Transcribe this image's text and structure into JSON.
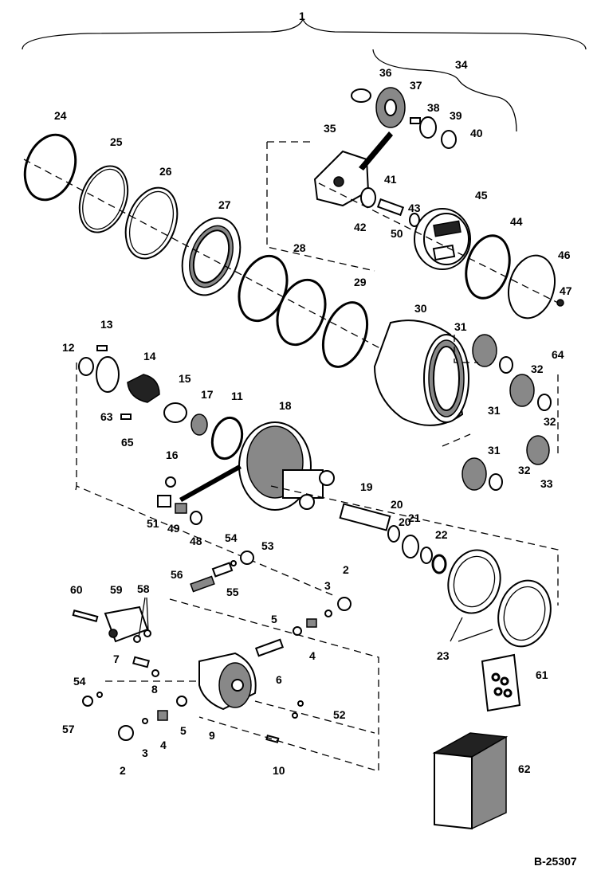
{
  "diagram": {
    "reference": "B-25307",
    "labels": [
      {
        "id": "1"
      },
      {
        "id": "2"
      },
      {
        "id": "2"
      },
      {
        "id": "3"
      },
      {
        "id": "3"
      },
      {
        "id": "4"
      },
      {
        "id": "4"
      },
      {
        "id": "5"
      },
      {
        "id": "5"
      },
      {
        "id": "6"
      },
      {
        "id": "7"
      },
      {
        "id": "8"
      },
      {
        "id": "9"
      },
      {
        "id": "10"
      },
      {
        "id": "11"
      },
      {
        "id": "12"
      },
      {
        "id": "13"
      },
      {
        "id": "14"
      },
      {
        "id": "15"
      },
      {
        "id": "16"
      },
      {
        "id": "17"
      },
      {
        "id": "18"
      },
      {
        "id": "19"
      },
      {
        "id": "20"
      },
      {
        "id": "20"
      },
      {
        "id": "21"
      },
      {
        "id": "22"
      },
      {
        "id": "23"
      },
      {
        "id": "24"
      },
      {
        "id": "25"
      },
      {
        "id": "26"
      },
      {
        "id": "27"
      },
      {
        "id": "28"
      },
      {
        "id": "29"
      },
      {
        "id": "30"
      },
      {
        "id": "31"
      },
      {
        "id": "31"
      },
      {
        "id": "31"
      },
      {
        "id": "32"
      },
      {
        "id": "32"
      },
      {
        "id": "32"
      },
      {
        "id": "33"
      },
      {
        "id": "34"
      },
      {
        "id": "35"
      },
      {
        "id": "36"
      },
      {
        "id": "37"
      },
      {
        "id": "38"
      },
      {
        "id": "39"
      },
      {
        "id": "40"
      },
      {
        "id": "41"
      },
      {
        "id": "42"
      },
      {
        "id": "43"
      },
      {
        "id": "44"
      },
      {
        "id": "45"
      },
      {
        "id": "46"
      },
      {
        "id": "47"
      },
      {
        "id": "48"
      },
      {
        "id": "49"
      },
      {
        "id": "50"
      },
      {
        "id": "51"
      },
      {
        "id": "52"
      },
      {
        "id": "53"
      },
      {
        "id": "54"
      },
      {
        "id": "54"
      },
      {
        "id": "55"
      },
      {
        "id": "56"
      },
      {
        "id": "57"
      },
      {
        "id": "58"
      },
      {
        "id": "59"
      },
      {
        "id": "60"
      },
      {
        "id": "61"
      },
      {
        "id": "62"
      },
      {
        "id": "63"
      },
      {
        "id": "64"
      },
      {
        "id": "65"
      }
    ]
  }
}
